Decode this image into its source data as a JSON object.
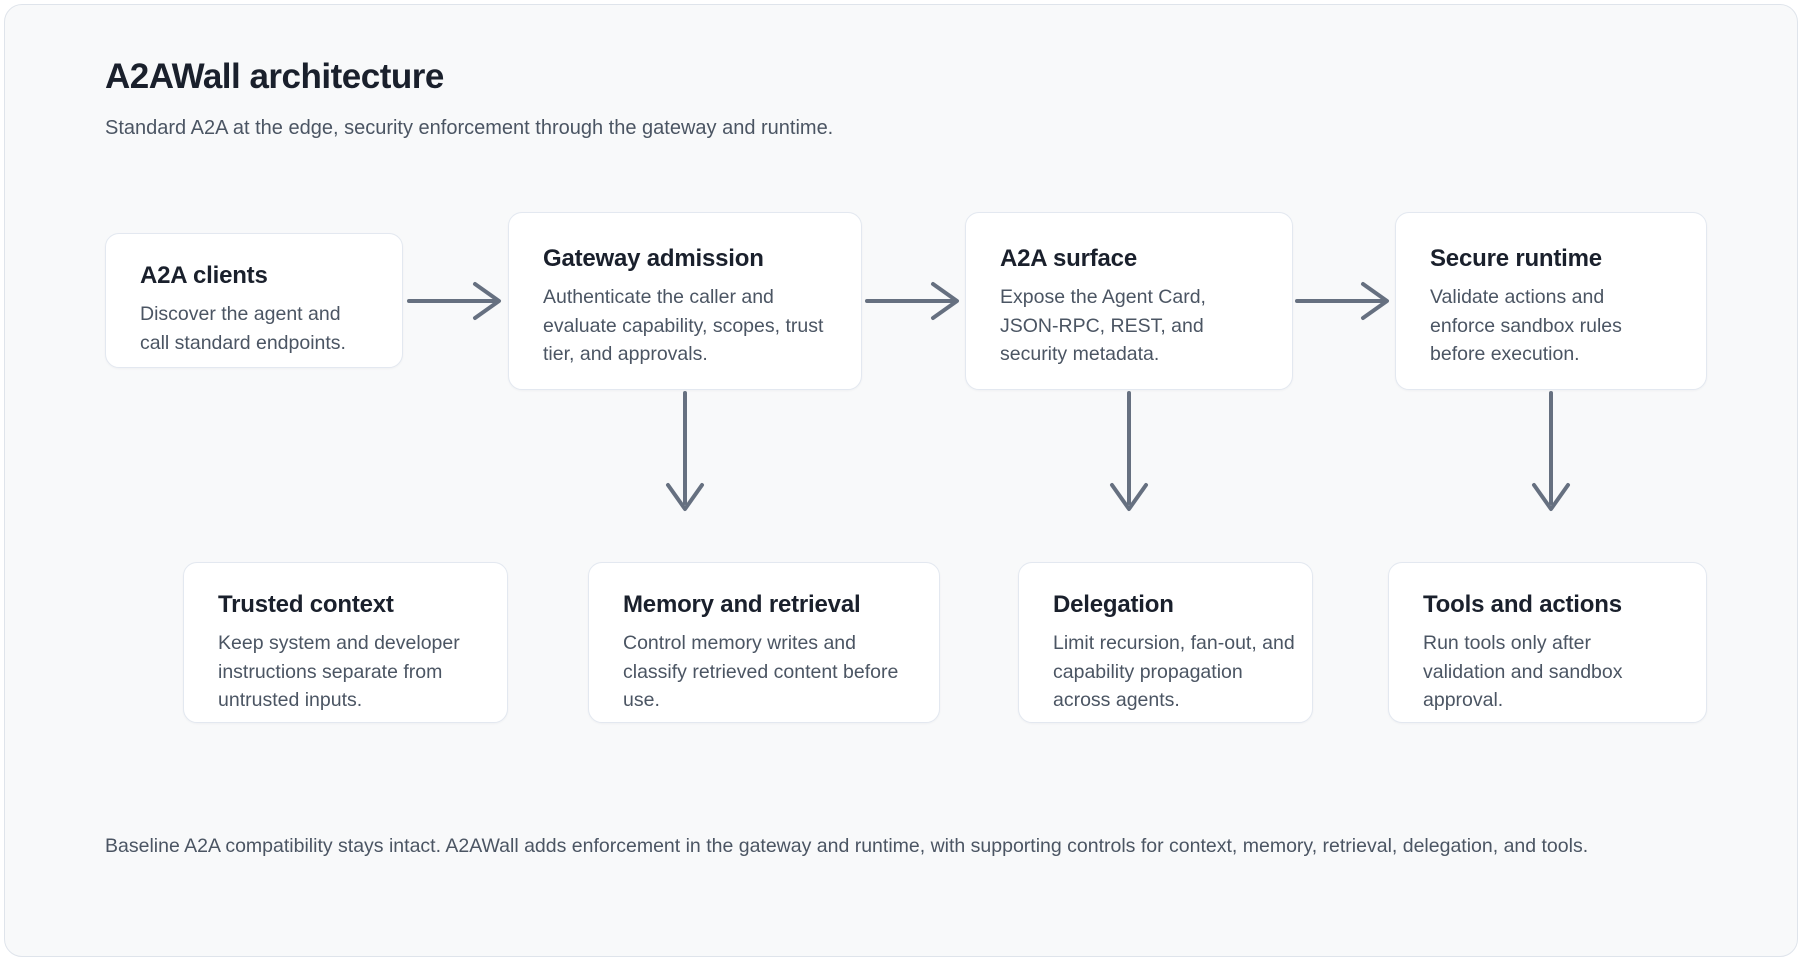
{
  "page": {
    "title": "A2AWall architecture",
    "subtitle": "Standard A2A at the edge, security enforcement through the gateway and runtime.",
    "footer": "Baseline A2A compatibility stays intact. A2AWall adds enforcement in the gateway and runtime, with supporting controls for context, memory, retrieval, delegation, and tools."
  },
  "colors": {
    "canvas_bg": "#f8f9fa",
    "card_bg": "#ffffff",
    "card_border": "#e3e8f0",
    "outer_border": "#dfe4eb",
    "heading": "#1a202c",
    "body": "#4b5563",
    "arrow": "#667080"
  },
  "diagram": {
    "top_row": [
      {
        "title": "A2A clients",
        "description": "Discover the agent and call standard endpoints."
      },
      {
        "title": "Gateway admission",
        "description": "Authenticate the caller and evaluate capability, scopes, trust tier, and approvals."
      },
      {
        "title": "A2A surface",
        "description": "Expose the Agent Card, JSON-RPC, REST, and security metadata."
      },
      {
        "title": "Secure runtime",
        "description": "Validate actions and enforce sandbox rules before execution."
      }
    ],
    "bottom_row": [
      {
        "title": "Trusted context",
        "description": "Keep system and developer instructions separate from untrusted inputs."
      },
      {
        "title": "Memory and retrieval",
        "description": "Control memory writes and classify retrieved content before use."
      },
      {
        "title": "Delegation",
        "description": "Limit recursion, fan-out, and capability propagation across agents."
      },
      {
        "title": "Tools and actions",
        "description": "Run tools only after validation and sandbox approval."
      }
    ]
  }
}
